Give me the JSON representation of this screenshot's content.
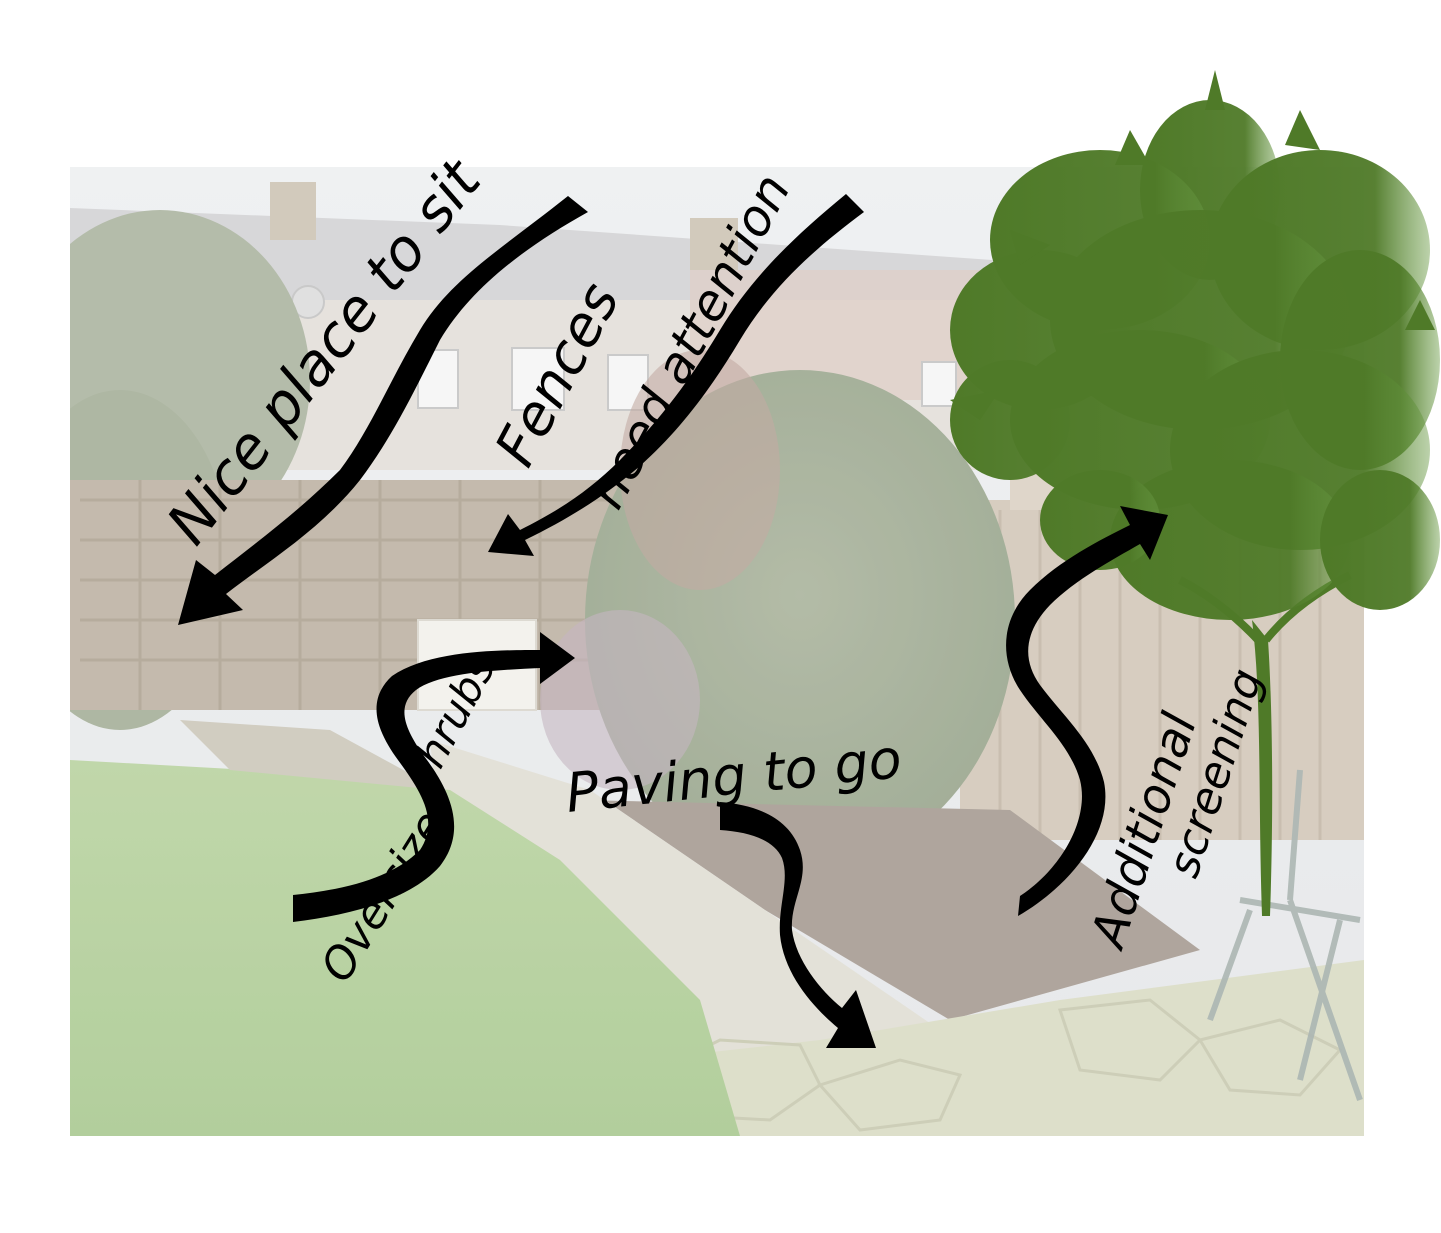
{
  "annotations": {
    "nice_place": "Nice place to sit",
    "fences": "Fences",
    "need_attention": "need attention",
    "shrubs": "shrubs",
    "oversize": "Oversize",
    "paving": "Paving to go",
    "additional": "Additional",
    "screening": "screening"
  },
  "colors": {
    "arrow": "#000000",
    "tree": "#4f7a28",
    "lawn": "#a9c98c",
    "sky": "#e6e7e9",
    "paving": "#d8d6c8"
  }
}
